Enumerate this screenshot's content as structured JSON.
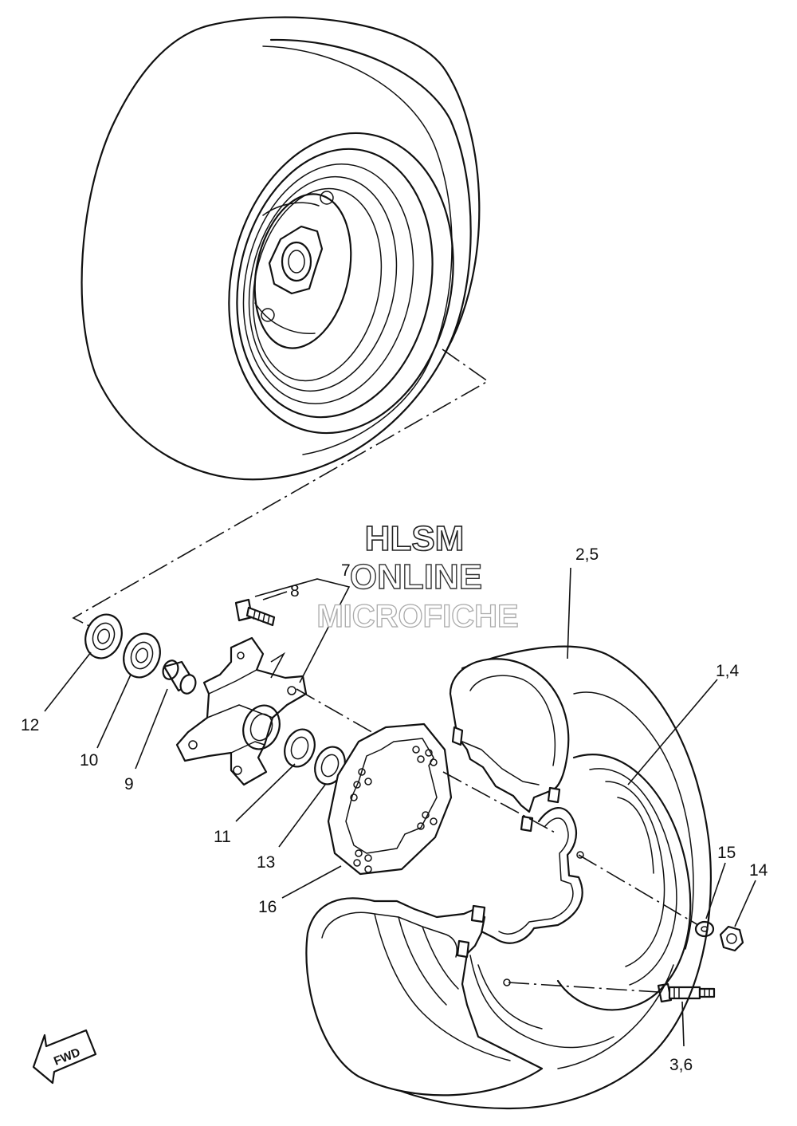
{
  "watermark": {
    "line1": "HLSM",
    "line2": "ONLINE",
    "line3": "MICROFICHE"
  },
  "direction_marker": {
    "label": "FWD",
    "icon": "fwd-arrow-icon"
  },
  "callouts": [
    {
      "id": "c-2-5",
      "text": "2,5"
    },
    {
      "id": "c-1-4",
      "text": "1,4"
    },
    {
      "id": "c-7",
      "text": "7"
    },
    {
      "id": "c-8",
      "text": "8"
    },
    {
      "id": "c-12",
      "text": "12"
    },
    {
      "id": "c-10",
      "text": "10"
    },
    {
      "id": "c-9",
      "text": "9"
    },
    {
      "id": "c-11",
      "text": "11"
    },
    {
      "id": "c-13",
      "text": "13"
    },
    {
      "id": "c-16",
      "text": "16"
    },
    {
      "id": "c-15",
      "text": "15"
    },
    {
      "id": "c-14",
      "text": "14"
    },
    {
      "id": "c-3-6",
      "text": "3,6"
    }
  ],
  "colors": {
    "line": "#111111",
    "background": "#ffffff",
    "watermark_outline": "#333333"
  }
}
